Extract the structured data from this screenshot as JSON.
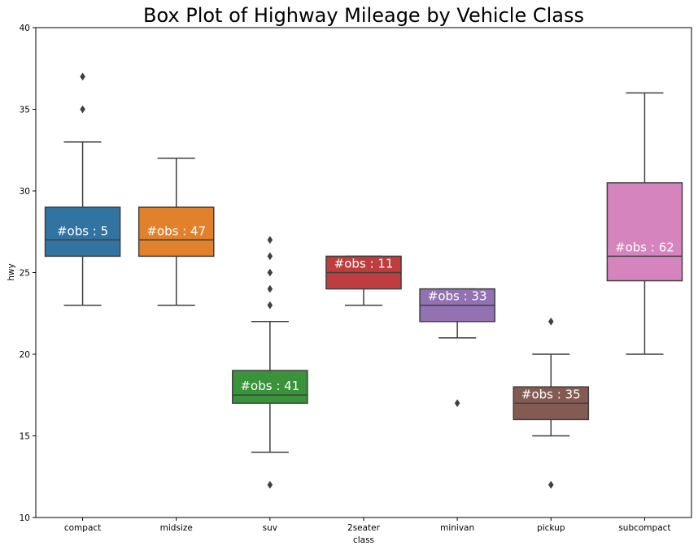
{
  "chart_data": {
    "type": "box",
    "title": "Box Plot of Highway Mileage by Vehicle Class",
    "xlabel": "class",
    "ylabel": "hwy",
    "ylim": [
      10,
      40
    ],
    "yticks": [
      10,
      15,
      20,
      25,
      30,
      35,
      40
    ],
    "grid": false,
    "categories": [
      "compact",
      "midsize",
      "suv",
      "2seater",
      "minivan",
      "pickup",
      "subcompact"
    ],
    "boxes": [
      {
        "category": "compact",
        "color": "#3274a1",
        "whisker_low": 23,
        "q1": 26,
        "median": 27,
        "q3": 29,
        "whisker_high": 33,
        "outliers": [
          35,
          37
        ],
        "annotation": "#obs : 5",
        "annotation_y": 27.3
      },
      {
        "category": "midsize",
        "color": "#e1812c",
        "whisker_low": 23,
        "q1": 26,
        "median": 27,
        "q3": 29,
        "whisker_high": 32,
        "outliers": [],
        "annotation": "#obs : 47",
        "annotation_y": 27.3
      },
      {
        "category": "suv",
        "color": "#3a923a",
        "whisker_low": 14,
        "q1": 17,
        "median": 17.5,
        "q3": 19,
        "whisker_high": 22,
        "outliers": [
          12,
          23,
          24,
          25,
          26,
          27
        ],
        "annotation": "#obs : 41",
        "annotation_y": 17.8
      },
      {
        "category": "2seater",
        "color": "#c03d3e",
        "whisker_low": 23,
        "q1": 24,
        "median": 25,
        "q3": 26,
        "whisker_high": 26,
        "outliers": [],
        "annotation": "#obs : 11",
        "annotation_y": 25.3
      },
      {
        "category": "minivan",
        "color": "#9372b2",
        "whisker_low": 21,
        "q1": 22,
        "median": 23,
        "q3": 24,
        "whisker_high": 24,
        "outliers": [
          17
        ],
        "annotation": "#obs : 33",
        "annotation_y": 23.3
      },
      {
        "category": "pickup",
        "color": "#845b53",
        "whisker_low": 15,
        "q1": 16,
        "median": 17,
        "q3": 18,
        "whisker_high": 20,
        "outliers": [
          12,
          22
        ],
        "annotation": "#obs : 35",
        "annotation_y": 17.3
      },
      {
        "category": "subcompact",
        "color": "#d684bd",
        "whisker_low": 20,
        "q1": 24.5,
        "median": 26,
        "q3": 30.5,
        "whisker_high": 36,
        "outliers": [],
        "annotation": "#obs : 62",
        "annotation_y": 26.3
      }
    ],
    "line_color": "#3f3f3f"
  }
}
